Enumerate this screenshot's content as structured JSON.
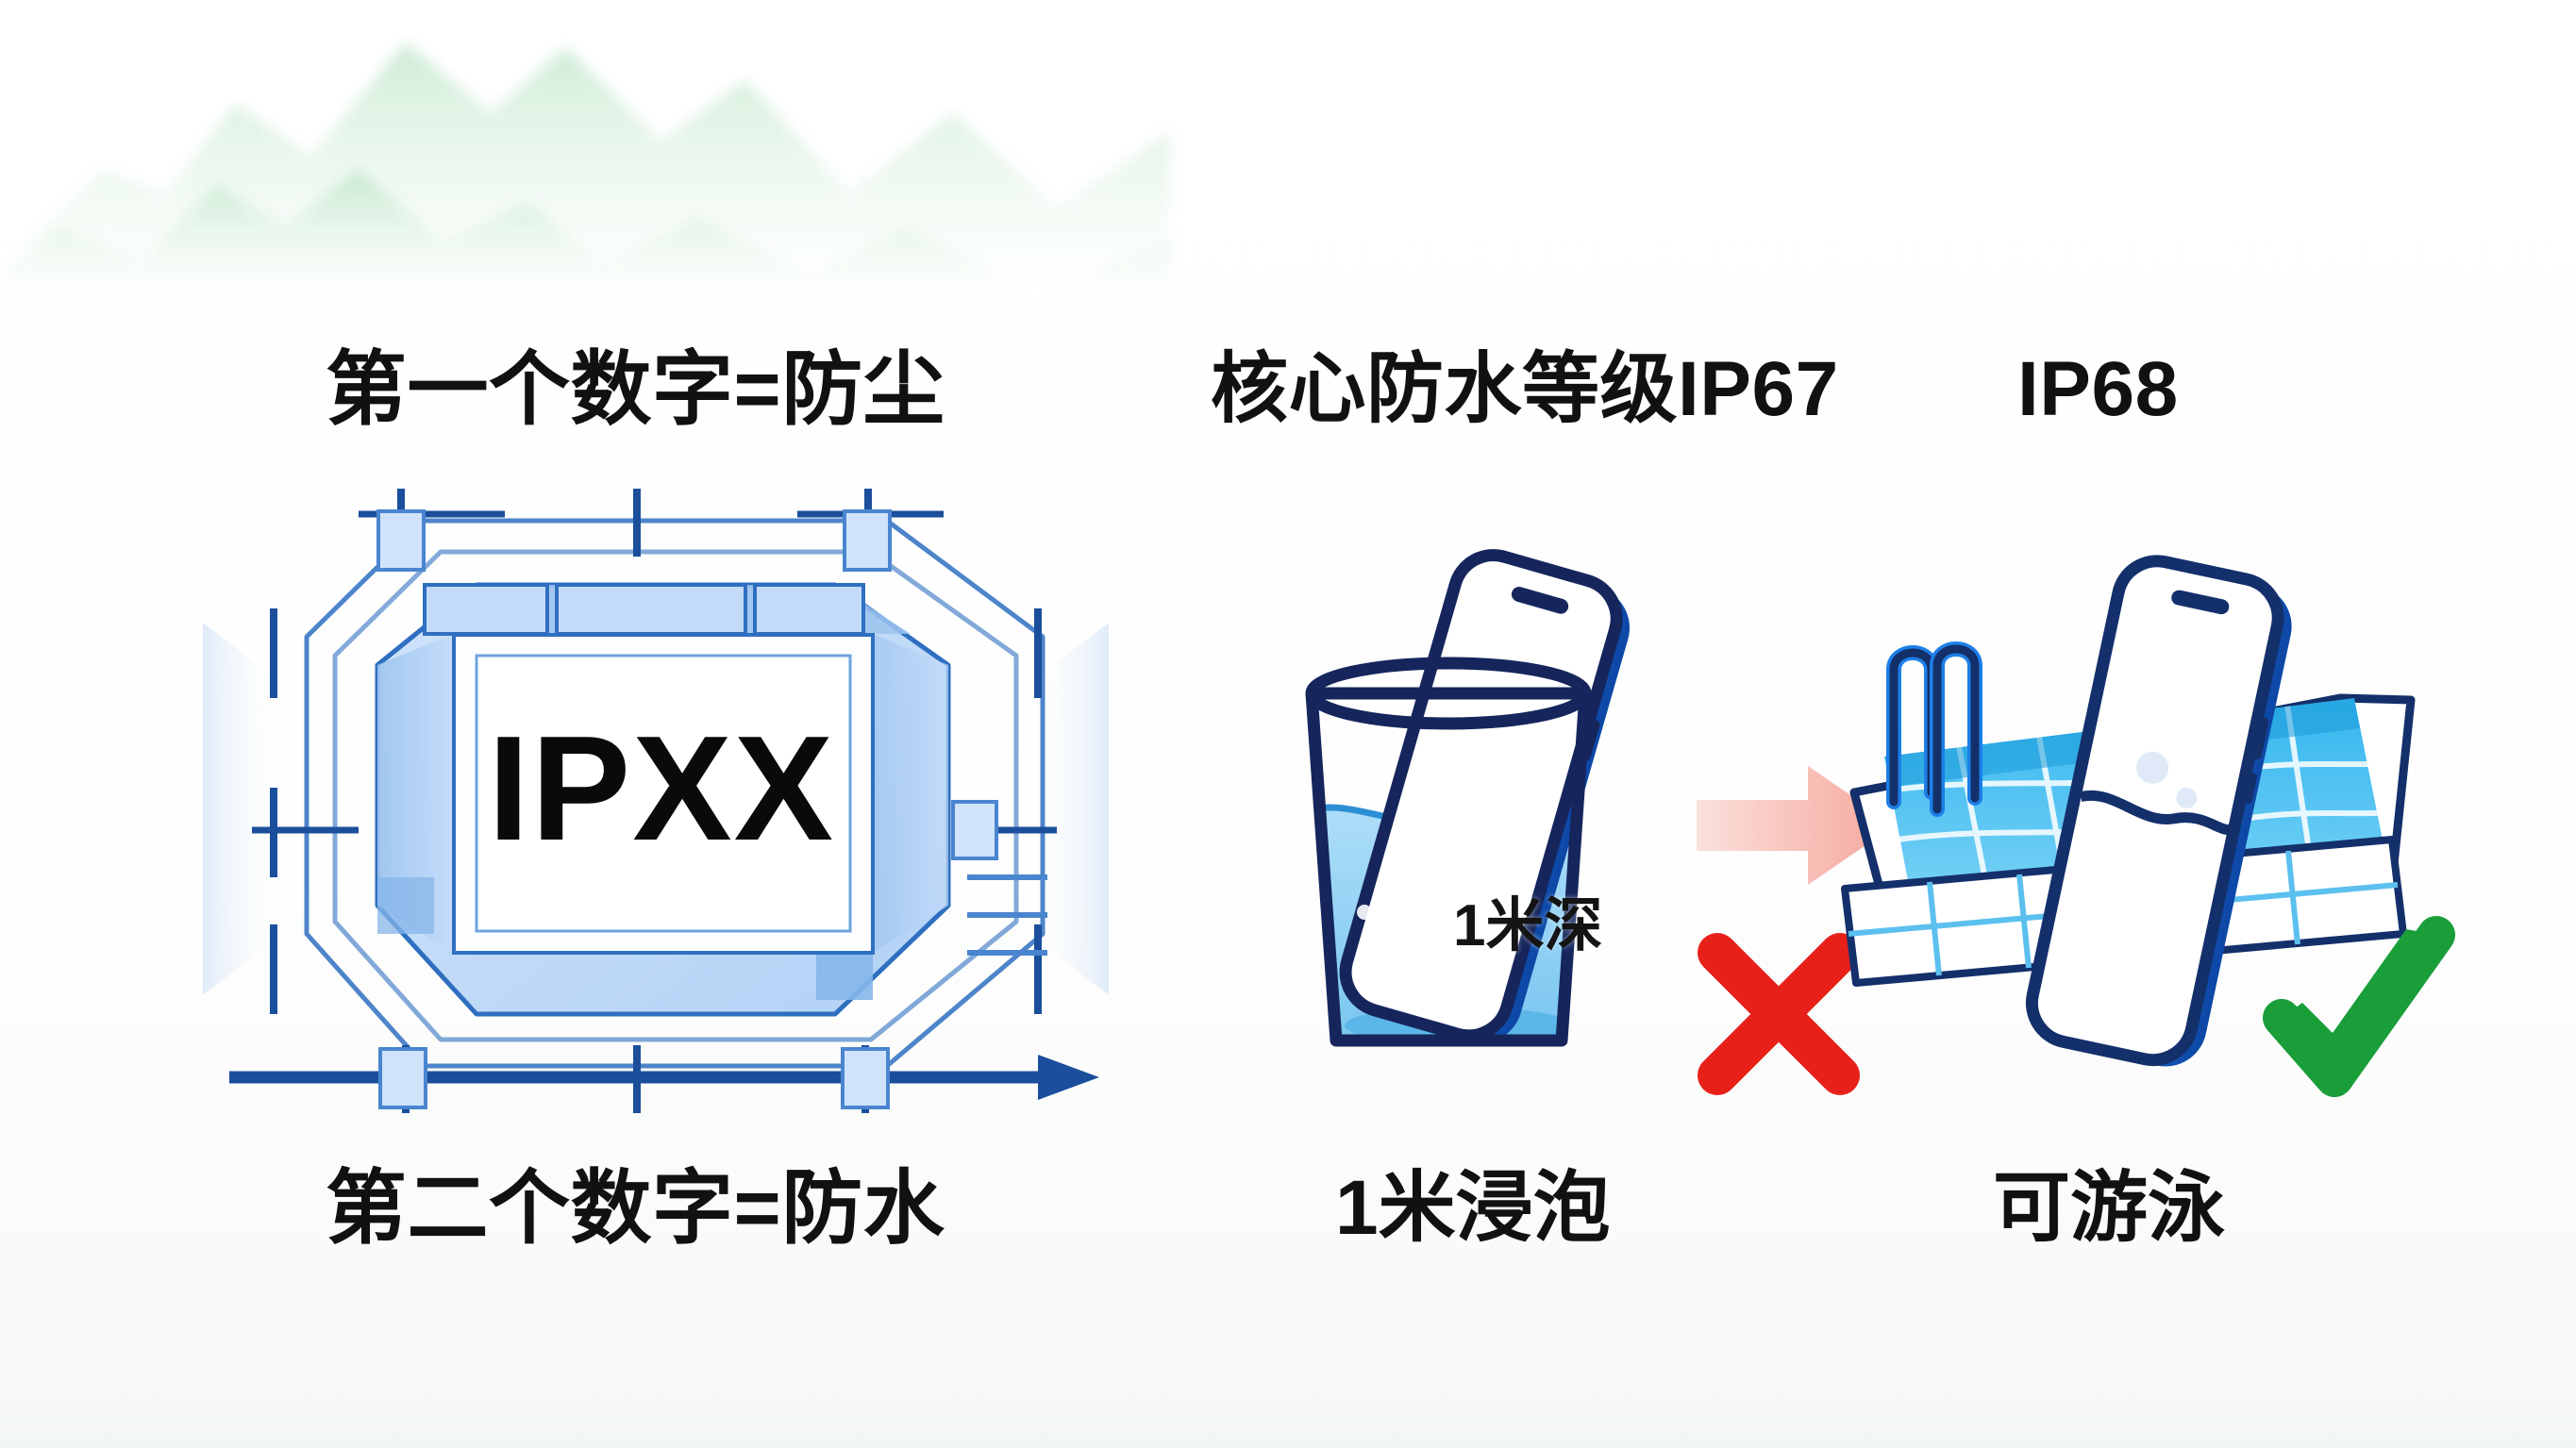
{
  "page": {
    "background_color": "#ffffff",
    "accent_blue": "#1d6fd0",
    "deep_navy": "#0f2a5e",
    "bright_blue": "#1d7fe8",
    "water_blue": "#8fd0f5",
    "check_green": "#199e3a",
    "cross_red": "#e8201a",
    "arrow_pink": "#f8bdb6",
    "wash_green": "#bfe6c4"
  },
  "left_panel": {
    "title_top": "第一个数字=防尘",
    "title_bottom": "第二个数字=防水",
    "badge_text": "IPXX",
    "diagram_name": "ip-enclosure-technical-diagram"
  },
  "right_panel": {
    "heading_ip67": "核心防水等级IP67",
    "heading_ip68": "IP68",
    "glass": {
      "depth_label": "1米深",
      "caption": "1米浸泡",
      "verdict_icon": "cross-icon"
    },
    "pool": {
      "caption": "可游泳",
      "verdict_icon": "check-icon"
    },
    "transition_icon": "arrow-right-icon"
  }
}
